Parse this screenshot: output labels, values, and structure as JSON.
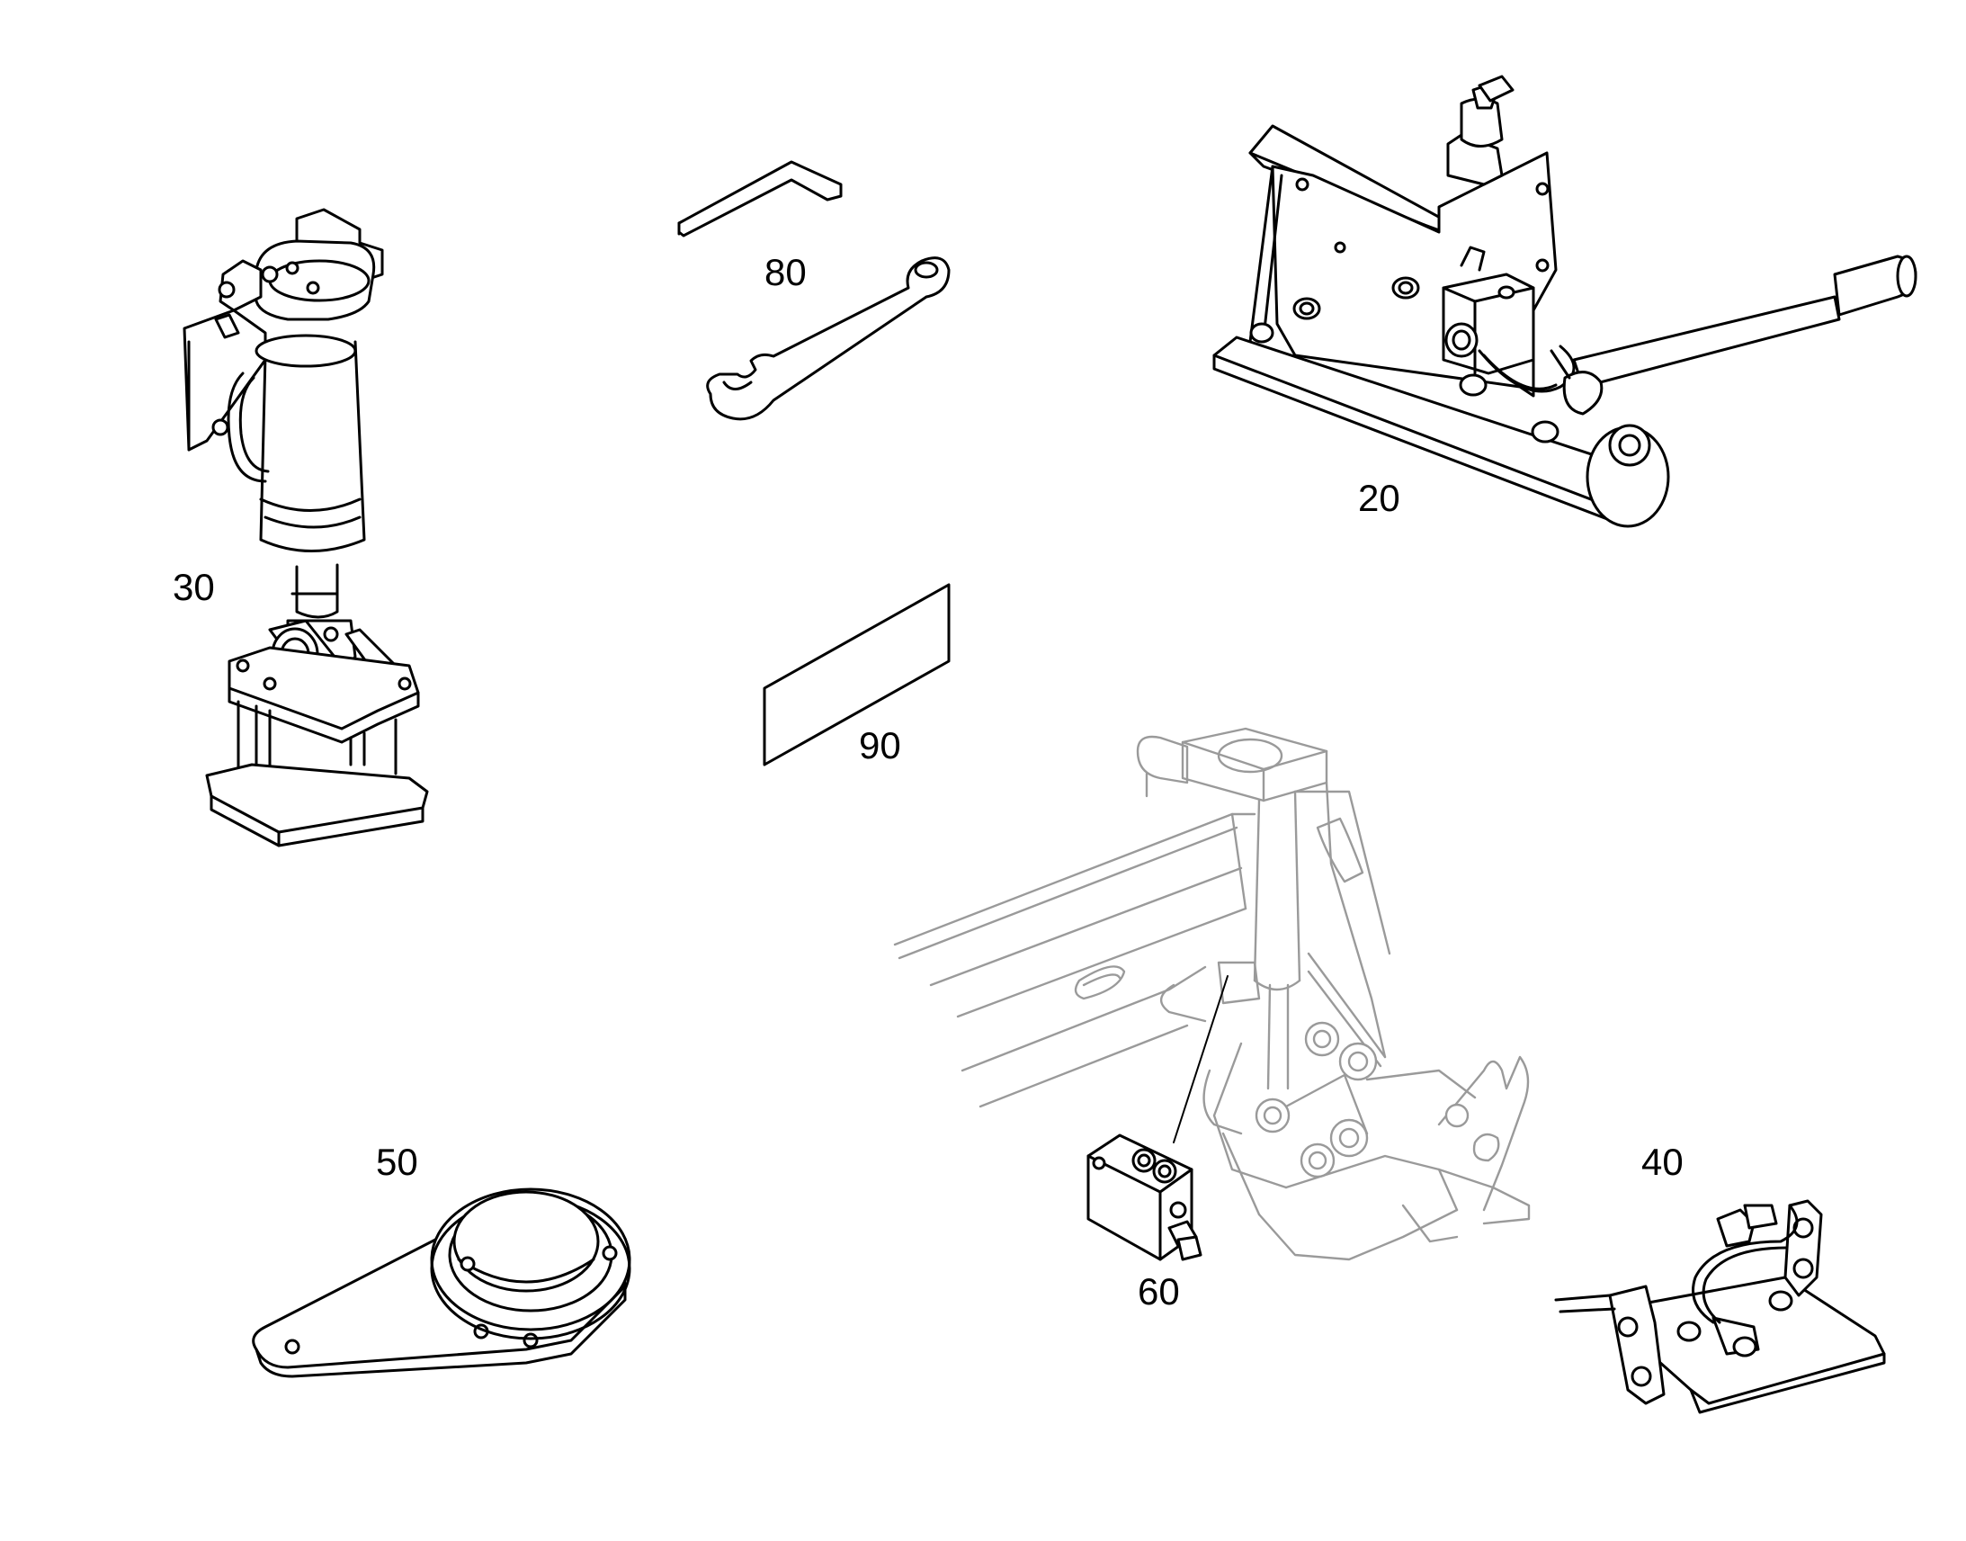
{
  "diagram": {
    "parts": [
      {
        "id": "part-20",
        "label": "20",
        "description": "bracket-with-valve-and-lever"
      },
      {
        "id": "part-30",
        "label": "30",
        "description": "hydraulic-cylinder-on-base"
      },
      {
        "id": "part-40",
        "label": "40",
        "description": "sensor-bracket"
      },
      {
        "id": "part-50",
        "label": "50",
        "description": "mounting-plate-with-disc"
      },
      {
        "id": "part-60",
        "label": "60",
        "description": "valve-block"
      },
      {
        "id": "part-80",
        "label": "80",
        "description": "tools-hex-key-and-wrench"
      },
      {
        "id": "part-90",
        "label": "90",
        "description": "label-decal"
      }
    ]
  }
}
